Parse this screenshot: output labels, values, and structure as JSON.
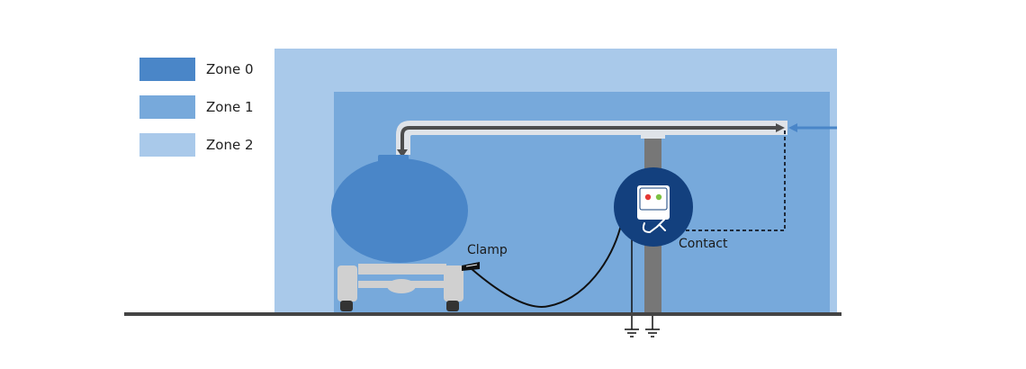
{
  "legend": {
    "items": [
      {
        "label": "Zone 0",
        "color": "#4a86c8"
      },
      {
        "label": "Zone 1",
        "color": "#77a9db"
      },
      {
        "label": "Zone 2",
        "color": "#a9c9ea"
      }
    ]
  },
  "labels": {
    "clamp": "Clamp",
    "contact": "Contact"
  },
  "colors": {
    "zone0": "#4a86c8",
    "zone1": "#77a9db",
    "zone2": "#a9c9ea",
    "ground": "#444444",
    "pipe": "#dfe3e8",
    "pipe_arrow": "#4d4d4d",
    "flow_arrow": "#4a86c8",
    "monitor_bg": "#13407e",
    "led_red": "#e53935",
    "led_green": "#7cc242",
    "pole": "#777777",
    "trailer": "#d0d0d0"
  }
}
